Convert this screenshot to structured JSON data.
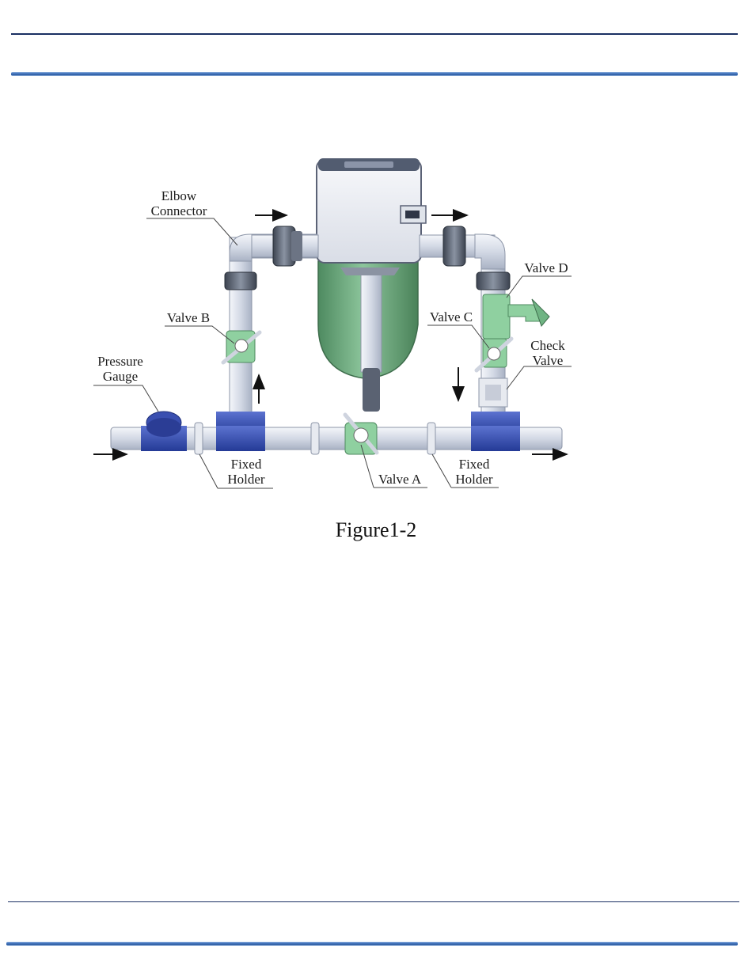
{
  "labels": {
    "elbow": [
      "Elbow",
      "Connector"
    ],
    "valve_b": "Valve B",
    "valve_c": "Valve C",
    "valve_d": "Valve D",
    "check_valve": [
      "Check",
      "Valve"
    ],
    "pressure_gauge": [
      "Pressure",
      "Gauge"
    ],
    "fixed_holder_left": [
      "Fixed",
      "Holder"
    ],
    "fixed_holder_right": [
      "Fixed",
      "Holder"
    ],
    "valve_a": "Valve A"
  },
  "caption": "Figure1-2",
  "colors": {
    "rule": "#1a2f62",
    "pipe": "#d6dce8",
    "fitting_blue": "#3a4fb0",
    "valve_green": "#8fd0a0",
    "tank_green": "#6aa77a",
    "union_dark": "#4f5968"
  }
}
